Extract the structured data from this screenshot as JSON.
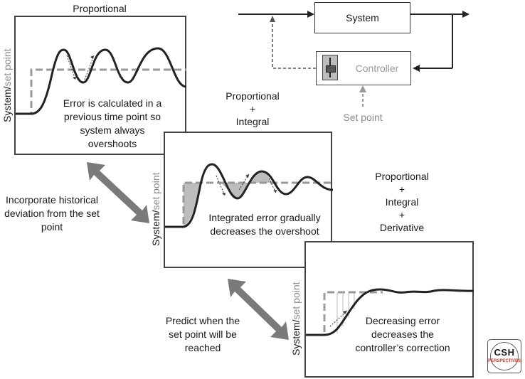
{
  "panel1": {
    "title": "Proportional",
    "ylabel_system": "System/",
    "ylabel_setpoint": "set point",
    "note": "Error is calculated in a previous time point so system always overshoots"
  },
  "panel2": {
    "title_line1": "Proportional",
    "title_plus": "+",
    "title_line2": "Integral",
    "ylabel_system": "System/",
    "ylabel_setpoint": "set point",
    "note": "Integrated error gradually decreases the overshoot"
  },
  "panel3": {
    "title_line1": "Proportional",
    "title_plus1": "+",
    "title_line2": "Integral",
    "title_plus2": "+",
    "title_line3": "Derivative",
    "ylabel_system": "System/",
    "ylabel_setpoint": "set point",
    "note": "Decreasing error decreases the controller’s correction"
  },
  "diagram": {
    "system_label": "System",
    "controller_label": "Controller",
    "setpoint_label": "Set point"
  },
  "arrows": {
    "label1": "Incorporate historical deviation from the set point",
    "label2": "Predict when the set point will be reached"
  },
  "logo": {
    "text": "CSH",
    "subtext": "PERSPECTIVES"
  }
}
